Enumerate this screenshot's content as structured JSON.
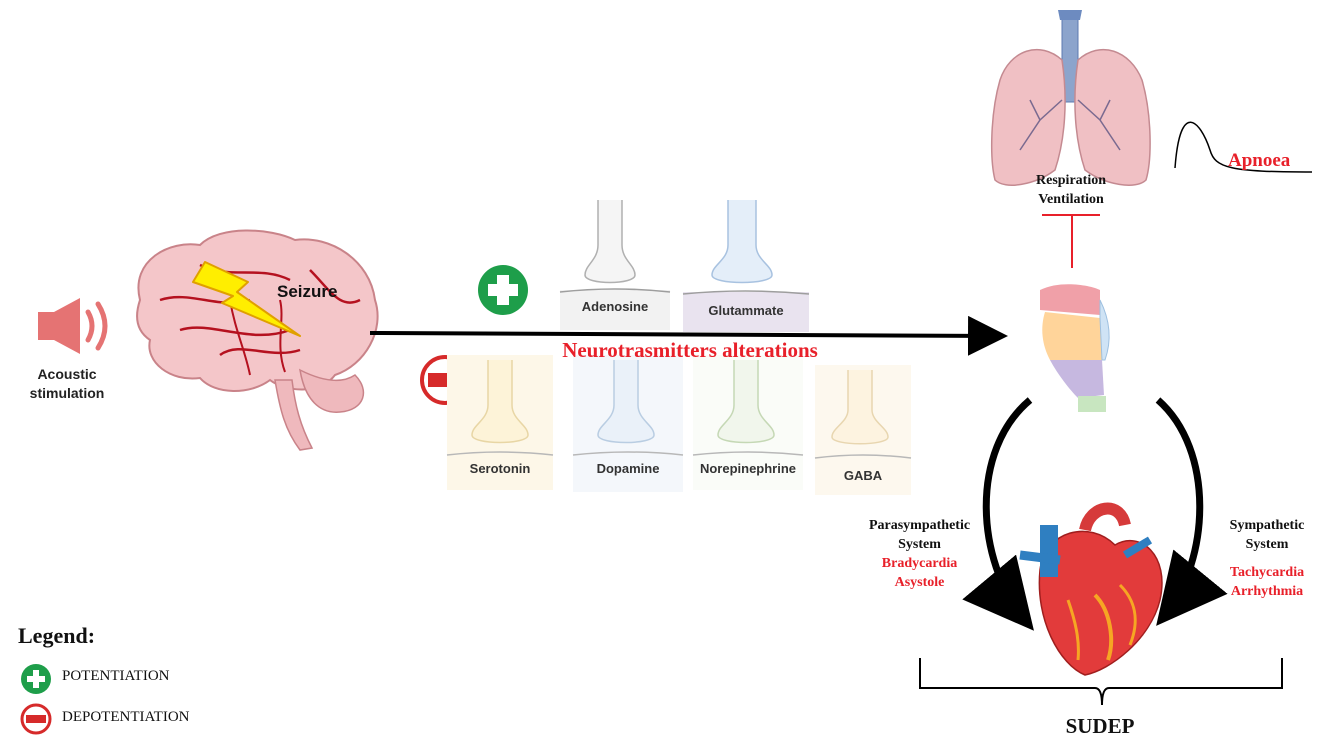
{
  "stimulus": {
    "label_line1": "Acoustic",
    "label_line2": "stimulation"
  },
  "seizure": {
    "label": "Seizure"
  },
  "center_title": "Neurotrasmitters alterations",
  "potentiated": [
    "Adenosine",
    "Glutammate"
  ],
  "depotentiated": [
    "Serotonin",
    "Dopamine",
    "Norepinephrine",
    "GABA"
  ],
  "lungs": {
    "line1": "Respiration",
    "line2": "Ventilation"
  },
  "apnoea": {
    "label": "Apnoea"
  },
  "parasympathetic": {
    "line1": "Parasympathetic",
    "line2": "System",
    "effect1": "Bradycardia",
    "effect2": "Asystole"
  },
  "sympathetic": {
    "line1": "Sympathetic",
    "line2": "System",
    "effect1": "Tachycardia",
    "effect2": "Arrhythmia"
  },
  "outcome": "SUDEP",
  "legend": {
    "title": "Legend",
    "colon": ":",
    "plus_label": "POTENTIATION",
    "minus_label": "DEPOTENTIATION"
  },
  "colors": {
    "accent_red": "#e8202a",
    "plus_green": "#1e9e4a",
    "minus_red": "#d62a2a"
  }
}
